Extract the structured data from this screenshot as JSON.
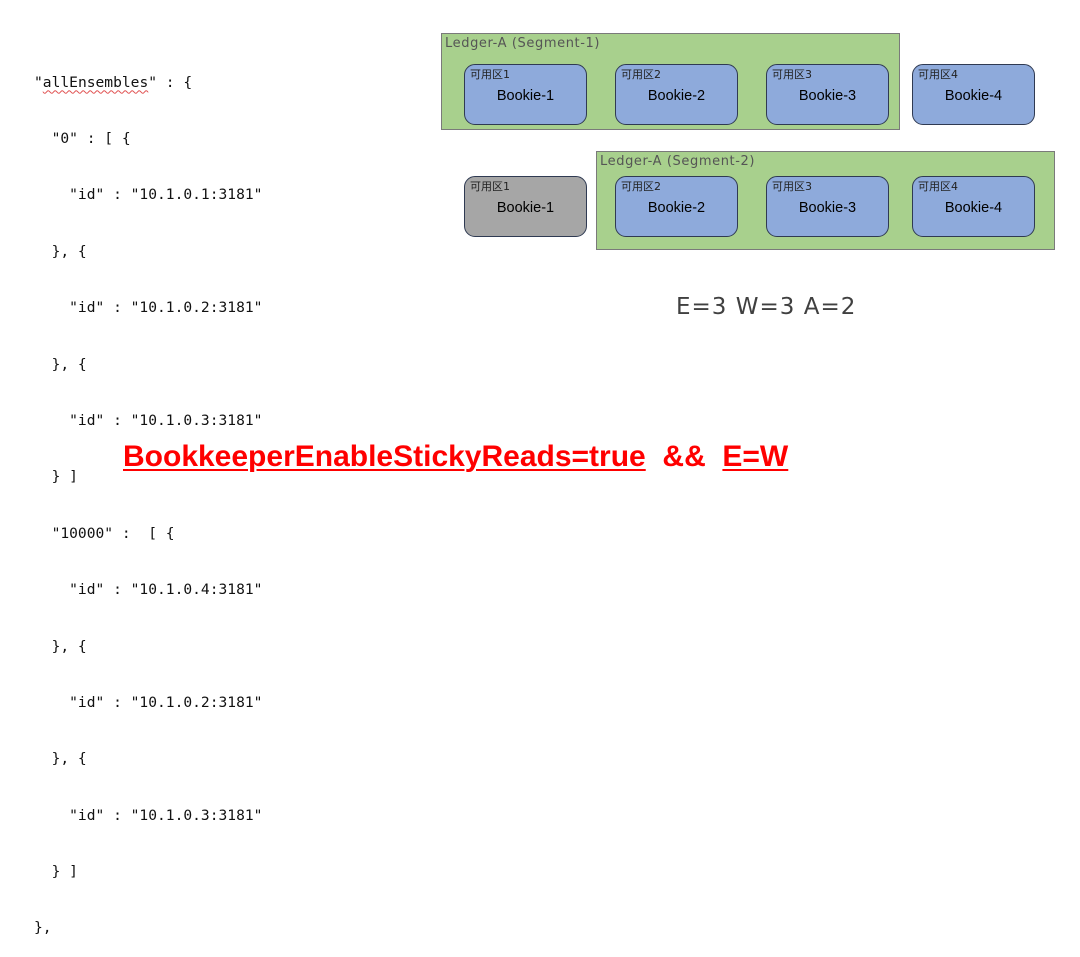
{
  "code": {
    "lines": [
      "\"allEnsembles\" : {",
      "  \"0\" : [ {",
      "    \"id\" : \"10.1.0.1:3181\"",
      "  }, {",
      "    \"id\" : \"10.1.0.2:3181\"",
      "  }, {",
      "    \"id\" : \"10.1.0.3:3181\"",
      "  } ]",
      "  \"10000\" :  [ {",
      "    \"id\" : \"10.1.0.4:3181\"",
      "  }, {",
      "    \"id\" : \"10.1.0.2:3181\"",
      "  }, {",
      "    \"id\" : \"10.1.0.3:3181\"",
      "  } ]",
      "},"
    ],
    "first_key": "allEnsembles"
  },
  "segments": [
    {
      "title": "Ledger-A (Segment-1)"
    },
    {
      "title": "Ledger-A (Segment-2)"
    }
  ],
  "row1": [
    {
      "zone": "可用区1",
      "name": "Bookie-1"
    },
    {
      "zone": "可用区2",
      "name": "Bookie-2"
    },
    {
      "zone": "可用区3",
      "name": "Bookie-3"
    },
    {
      "zone": "可用区4",
      "name": "Bookie-4"
    }
  ],
  "row2": [
    {
      "zone": "可用区1",
      "name": "Bookie-1",
      "state": "unavailable"
    },
    {
      "zone": "可用区2",
      "name": "Bookie-2"
    },
    {
      "zone": "可用区3",
      "name": "Bookie-3"
    },
    {
      "zone": "可用区4",
      "name": "Bookie-4"
    }
  ],
  "params": "E=3 W=3 A=2",
  "banner": {
    "left": "BookkeeperEnableStickyReads=true",
    "right": "E=W"
  },
  "colors": {
    "segment_fill": "#a8d08d",
    "bookie_fill": "#8eaadb",
    "bookie_unavailable_fill": "#a6a6a6",
    "banner": "#ff0000"
  }
}
